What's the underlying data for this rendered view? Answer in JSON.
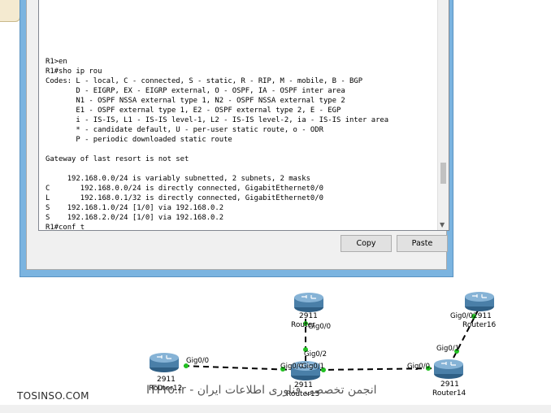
{
  "terminal": {
    "lines": [
      "R1>en",
      "R1#sho ip rou",
      "Codes: L - local, C - connected, S - static, R - RIP, M - mobile, B - BGP",
      "       D - EIGRP, EX - EIGRP external, O - OSPF, IA - OSPF inter area",
      "       N1 - OSPF NSSA external type 1, N2 - OSPF NSSA external type 2",
      "       E1 - OSPF external type 1, E2 - OSPF external type 2, E - EGP",
      "       i - IS-IS, L1 - IS-IS level-1, L2 - IS-IS level-2, ia - IS-IS inter area",
      "       * - candidate default, U - per-user static route, o - ODR",
      "       P - periodic downloaded static route",
      "",
      "Gateway of last resort is not set",
      "",
      "     192.168.0.0/24 is variably subnetted, 2 subnets, 2 masks",
      "C       192.168.0.0/24 is directly connected, GigabitEthernet0/0",
      "L       192.168.0.1/32 is directly connected, GigabitEthernet0/0",
      "S    192.168.1.0/24 [1/0] via 192.168.0.2",
      "S    192.168.2.0/24 [1/0] via 192.168.0.2",
      "R1#conf t"
    ]
  },
  "buttons": {
    "copy": "Copy",
    "paste": "Paste"
  },
  "topology": {
    "routers": {
      "router12": {
        "model": "2911",
        "name": "Router12"
      },
      "router13": {
        "model": "2911",
        "name": "Router13"
      },
      "router_top": {
        "model": "2911",
        "name": "Router"
      },
      "router14": {
        "model": "2911",
        "name": "Router14"
      },
      "router16": {
        "model": "2911",
        "name": "Router16"
      }
    },
    "ports": {
      "r12_g00": "Gig0/0",
      "r13_g00": "Gig0/0",
      "r13_g01": "Gig0/1",
      "r13_g02": "Gig0/2",
      "top_g00": "Gig0/0",
      "r14_g00": "Gig0/0",
      "r14_g01": "Gig0/1",
      "r16_g00": "Gig0/0"
    }
  },
  "watermarks": {
    "left": "TOSINSO.COM",
    "right": "ITPro.ir - انجمن تخصصی فناوری اطلاعات ایران"
  },
  "colors": {
    "window_frame": "#7bb4e0",
    "link_dot": "#22c022",
    "router_body": "#4a7fa8"
  }
}
